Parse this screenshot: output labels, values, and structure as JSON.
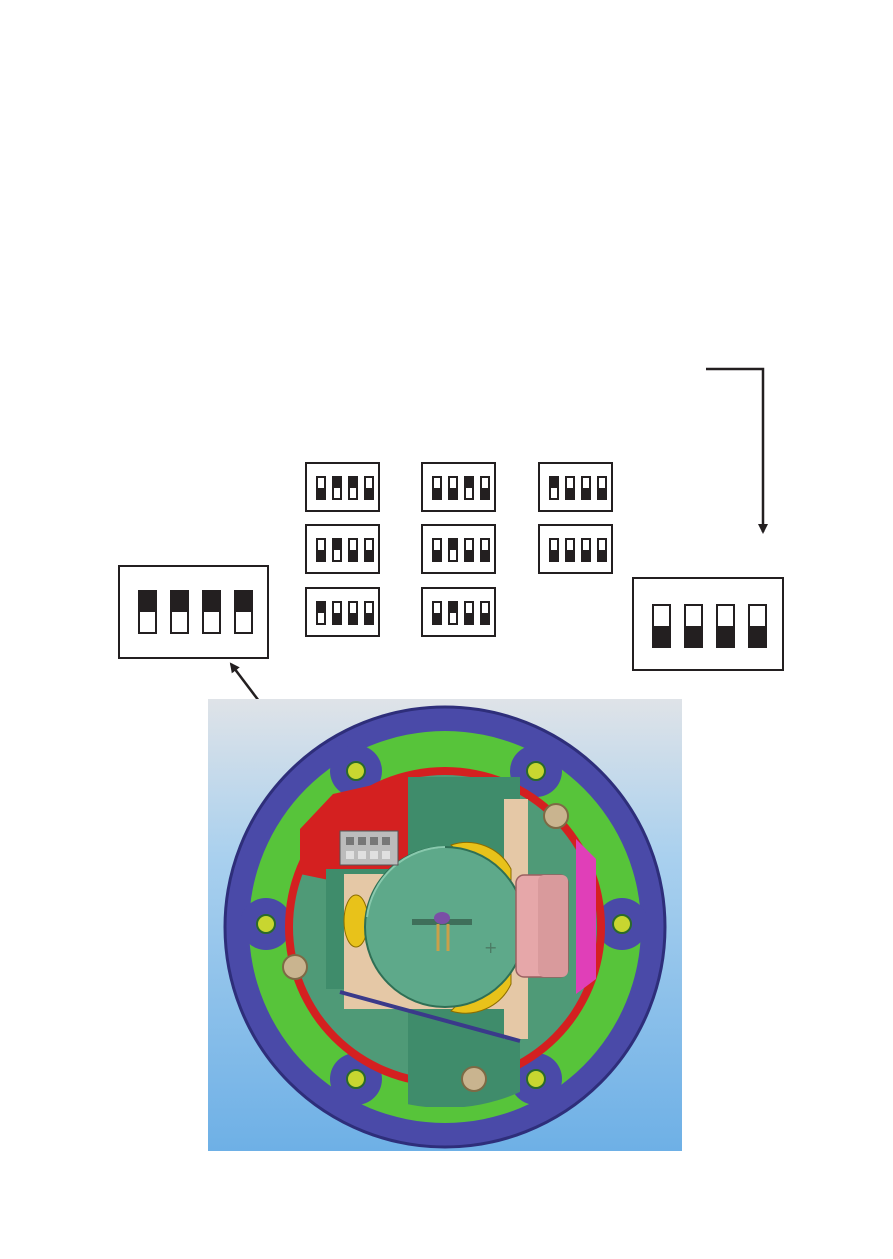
{
  "diagram": {
    "colors": {
      "line": "#231f20",
      "photo_bg_top": "#dfe3e8",
      "photo_bg_bottom": "#6eb0e6",
      "outer_ring": "#4a4aa8",
      "green_ring": "#57c43a",
      "red_area": "#d42020",
      "board": "#3f9a7a",
      "yellow": "#e8c21a",
      "pink": "#e6a7a9",
      "magenta": "#e03fb8"
    },
    "detail_left": {
      "switches": [
        "off",
        "off",
        "off",
        "off"
      ]
    },
    "detail_right": {
      "switches": [
        "on",
        "on",
        "on",
        "on"
      ]
    },
    "setting_options": [
      {
        "column": 1,
        "row": 1,
        "switches": [
          "on",
          "off",
          "off",
          "on"
        ]
      },
      {
        "column": 2,
        "row": 1,
        "switches": [
          "on",
          "on",
          "off",
          "on"
        ]
      },
      {
        "column": 3,
        "row": 1,
        "switches": [
          "off",
          "on",
          "on",
          "on"
        ]
      },
      {
        "column": 1,
        "row": 2,
        "switches": [
          "on",
          "off",
          "on",
          "on"
        ]
      },
      {
        "column": 2,
        "row": 2,
        "switches": [
          "on",
          "off",
          "on",
          "on"
        ]
      },
      {
        "column": 3,
        "row": 2,
        "switches": [
          "on",
          "on",
          "on",
          "on"
        ]
      },
      {
        "column": 1,
        "row": 3,
        "switches": [
          "off",
          "on",
          "on",
          "on"
        ]
      },
      {
        "column": 2,
        "row": 3,
        "switches": [
          "on",
          "off",
          "on",
          "on"
        ]
      }
    ],
    "photo_icons": [
      "dip-switch-icon",
      "battery-icon",
      "led-icon",
      "capacitor-icon",
      "screw-icon"
    ]
  }
}
